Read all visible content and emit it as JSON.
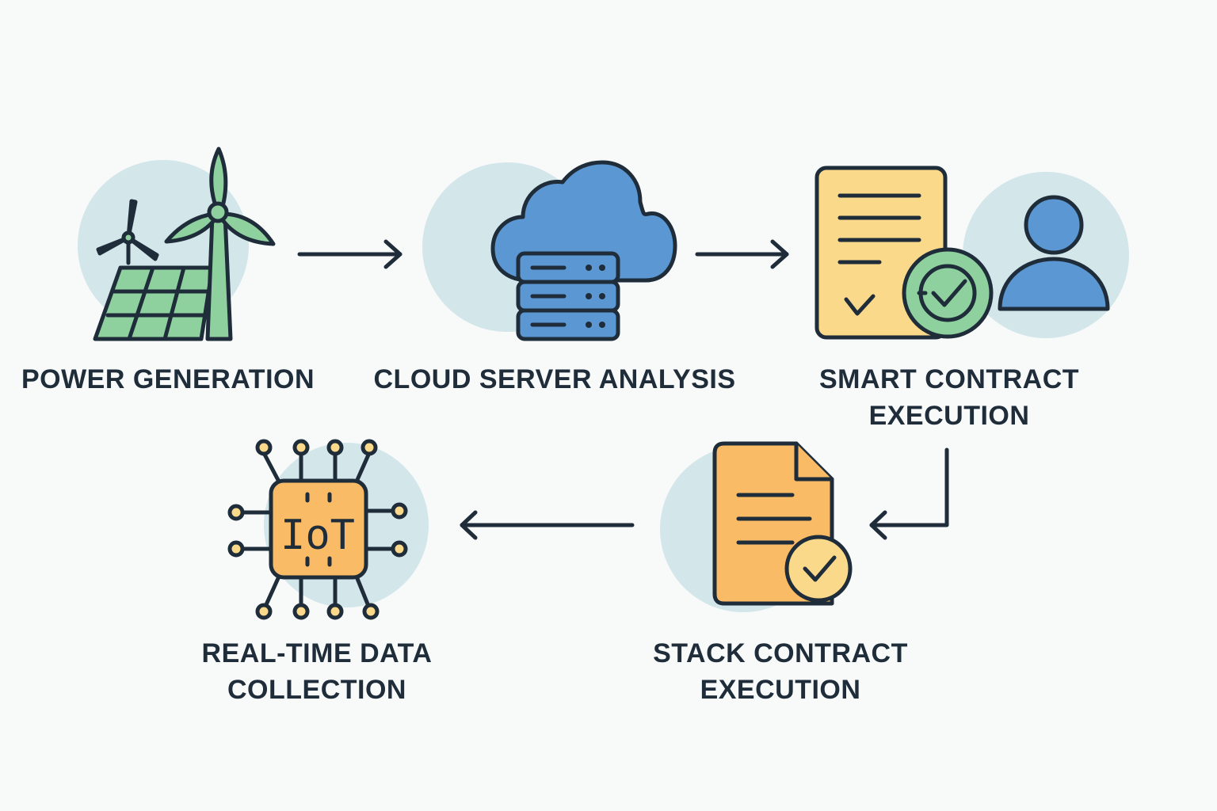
{
  "steps": [
    {
      "id": "power-generation",
      "label_lines": [
        "POWER GENERATION"
      ],
      "icon": "wind-solar-icon"
    },
    {
      "id": "cloud-server-analysis",
      "label_lines": [
        "CLOUD SERVER ANALYSIS"
      ],
      "icon": "cloud-server-icon"
    },
    {
      "id": "smart-contract-execution",
      "label_lines": [
        "SMART CONTRACT",
        "EXECUTION"
      ],
      "icon": "contract-user-icon"
    },
    {
      "id": "stack-contract-execution",
      "label_lines": [
        "STACK CONTRACT",
        "EXECUTION"
      ],
      "icon": "document-check-icon"
    },
    {
      "id": "real-time-data-collection",
      "label_lines": [
        "REAL-TIME DATA",
        "COLLECTION"
      ],
      "icon": "iot-chip-icon",
      "chip_text": "IoT"
    }
  ],
  "colors": {
    "background": "#f8f9f9",
    "circle": "#d3e6ea",
    "stroke": "#1f2d3a",
    "green": "#8fd19e",
    "blue": "#5b97d3",
    "yellow": "#fbd98a",
    "orange": "#f9bb66"
  }
}
